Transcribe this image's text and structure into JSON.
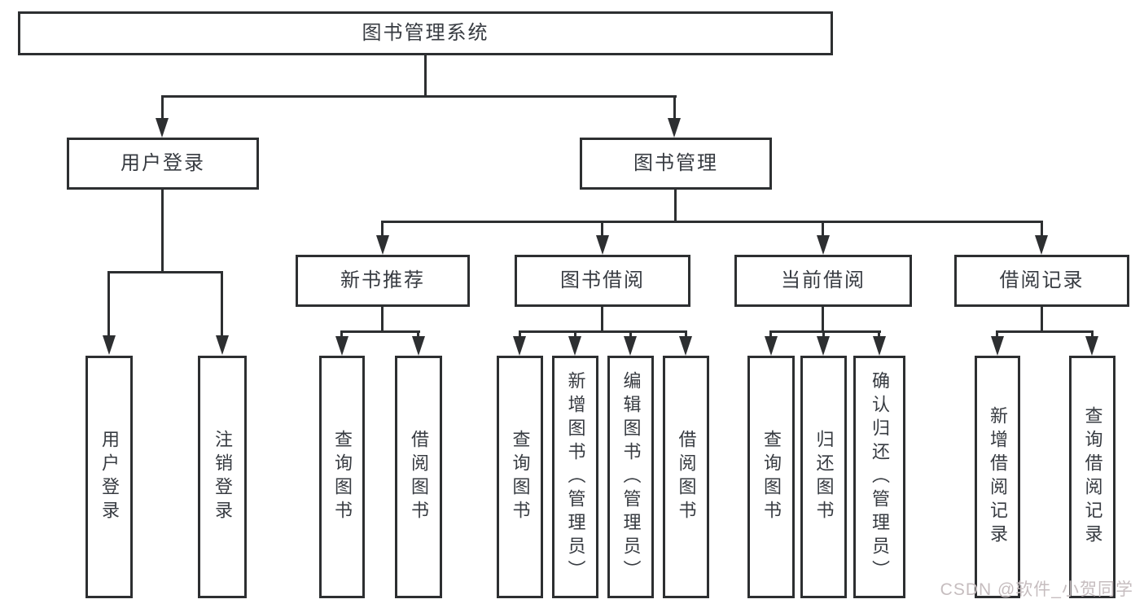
{
  "nodes": {
    "root": "图书管理系统",
    "level2": {
      "user_login": "用户登录",
      "book_mgmt": "图书管理"
    },
    "level3": {
      "new_book_rec": "新书推荐",
      "book_borrow": "图书借阅",
      "current_borrow": "当前借阅",
      "borrow_records": "借阅记录"
    },
    "leaves": {
      "user_login": [
        "用户登录",
        "注销登录"
      ],
      "new_book_rec": [
        "查询图书",
        "借阅图书"
      ],
      "book_borrow": [
        "查询图书",
        "新增图书（管理员）",
        "编辑图书（管理员）",
        "借阅图书"
      ],
      "current_borrow": [
        "查询图书",
        "归还图书",
        "确认归还（管理员）"
      ],
      "borrow_records": [
        "新增借阅记录",
        "查询借阅记录"
      ]
    }
  },
  "watermark": "CSDN @软件_小贺同学",
  "colors": {
    "line": "#2d2f31",
    "text": "#373b41",
    "watermark": "#c6bdbf",
    "background": "#ffffff"
  }
}
